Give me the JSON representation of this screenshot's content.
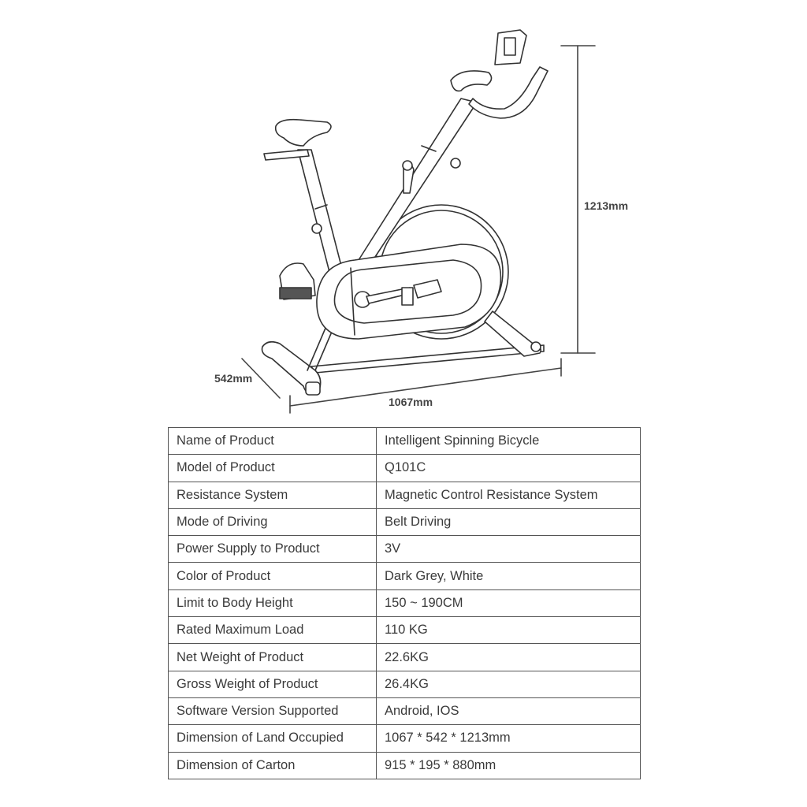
{
  "dimensions": {
    "height": "1213mm",
    "length": "1067mm",
    "width": "542mm"
  },
  "specs": [
    {
      "label": "Name of Product",
      "value": "Intelligent Spinning Bicycle"
    },
    {
      "label": "Model of Product",
      "value": "Q101C"
    },
    {
      "label": "Resistance System",
      "value": "Magnetic Control Resistance System"
    },
    {
      "label": "Mode of Driving",
      "value": "Belt Driving"
    },
    {
      "label": "Power Supply to Product",
      "value": "3V"
    },
    {
      "label": "Color of Product",
      "value": "Dark Grey, White"
    },
    {
      "label": "Limit to Body Height",
      "value": "150 ~ 190CM"
    },
    {
      "label": "Rated Maximum Load",
      "value": "110 KG"
    },
    {
      "label": "Net Weight of Product",
      "value": "22.6KG"
    },
    {
      "label": "Gross Weight of Product",
      "value": "26.4KG"
    },
    {
      "label": "Software Version Supported",
      "value": "Android, IOS"
    },
    {
      "label": "Dimension of Land Occupied",
      "value": "1067 * 542 * 1213mm"
    },
    {
      "label": "Dimension of Carton",
      "value": "915 * 195 * 880mm"
    }
  ]
}
